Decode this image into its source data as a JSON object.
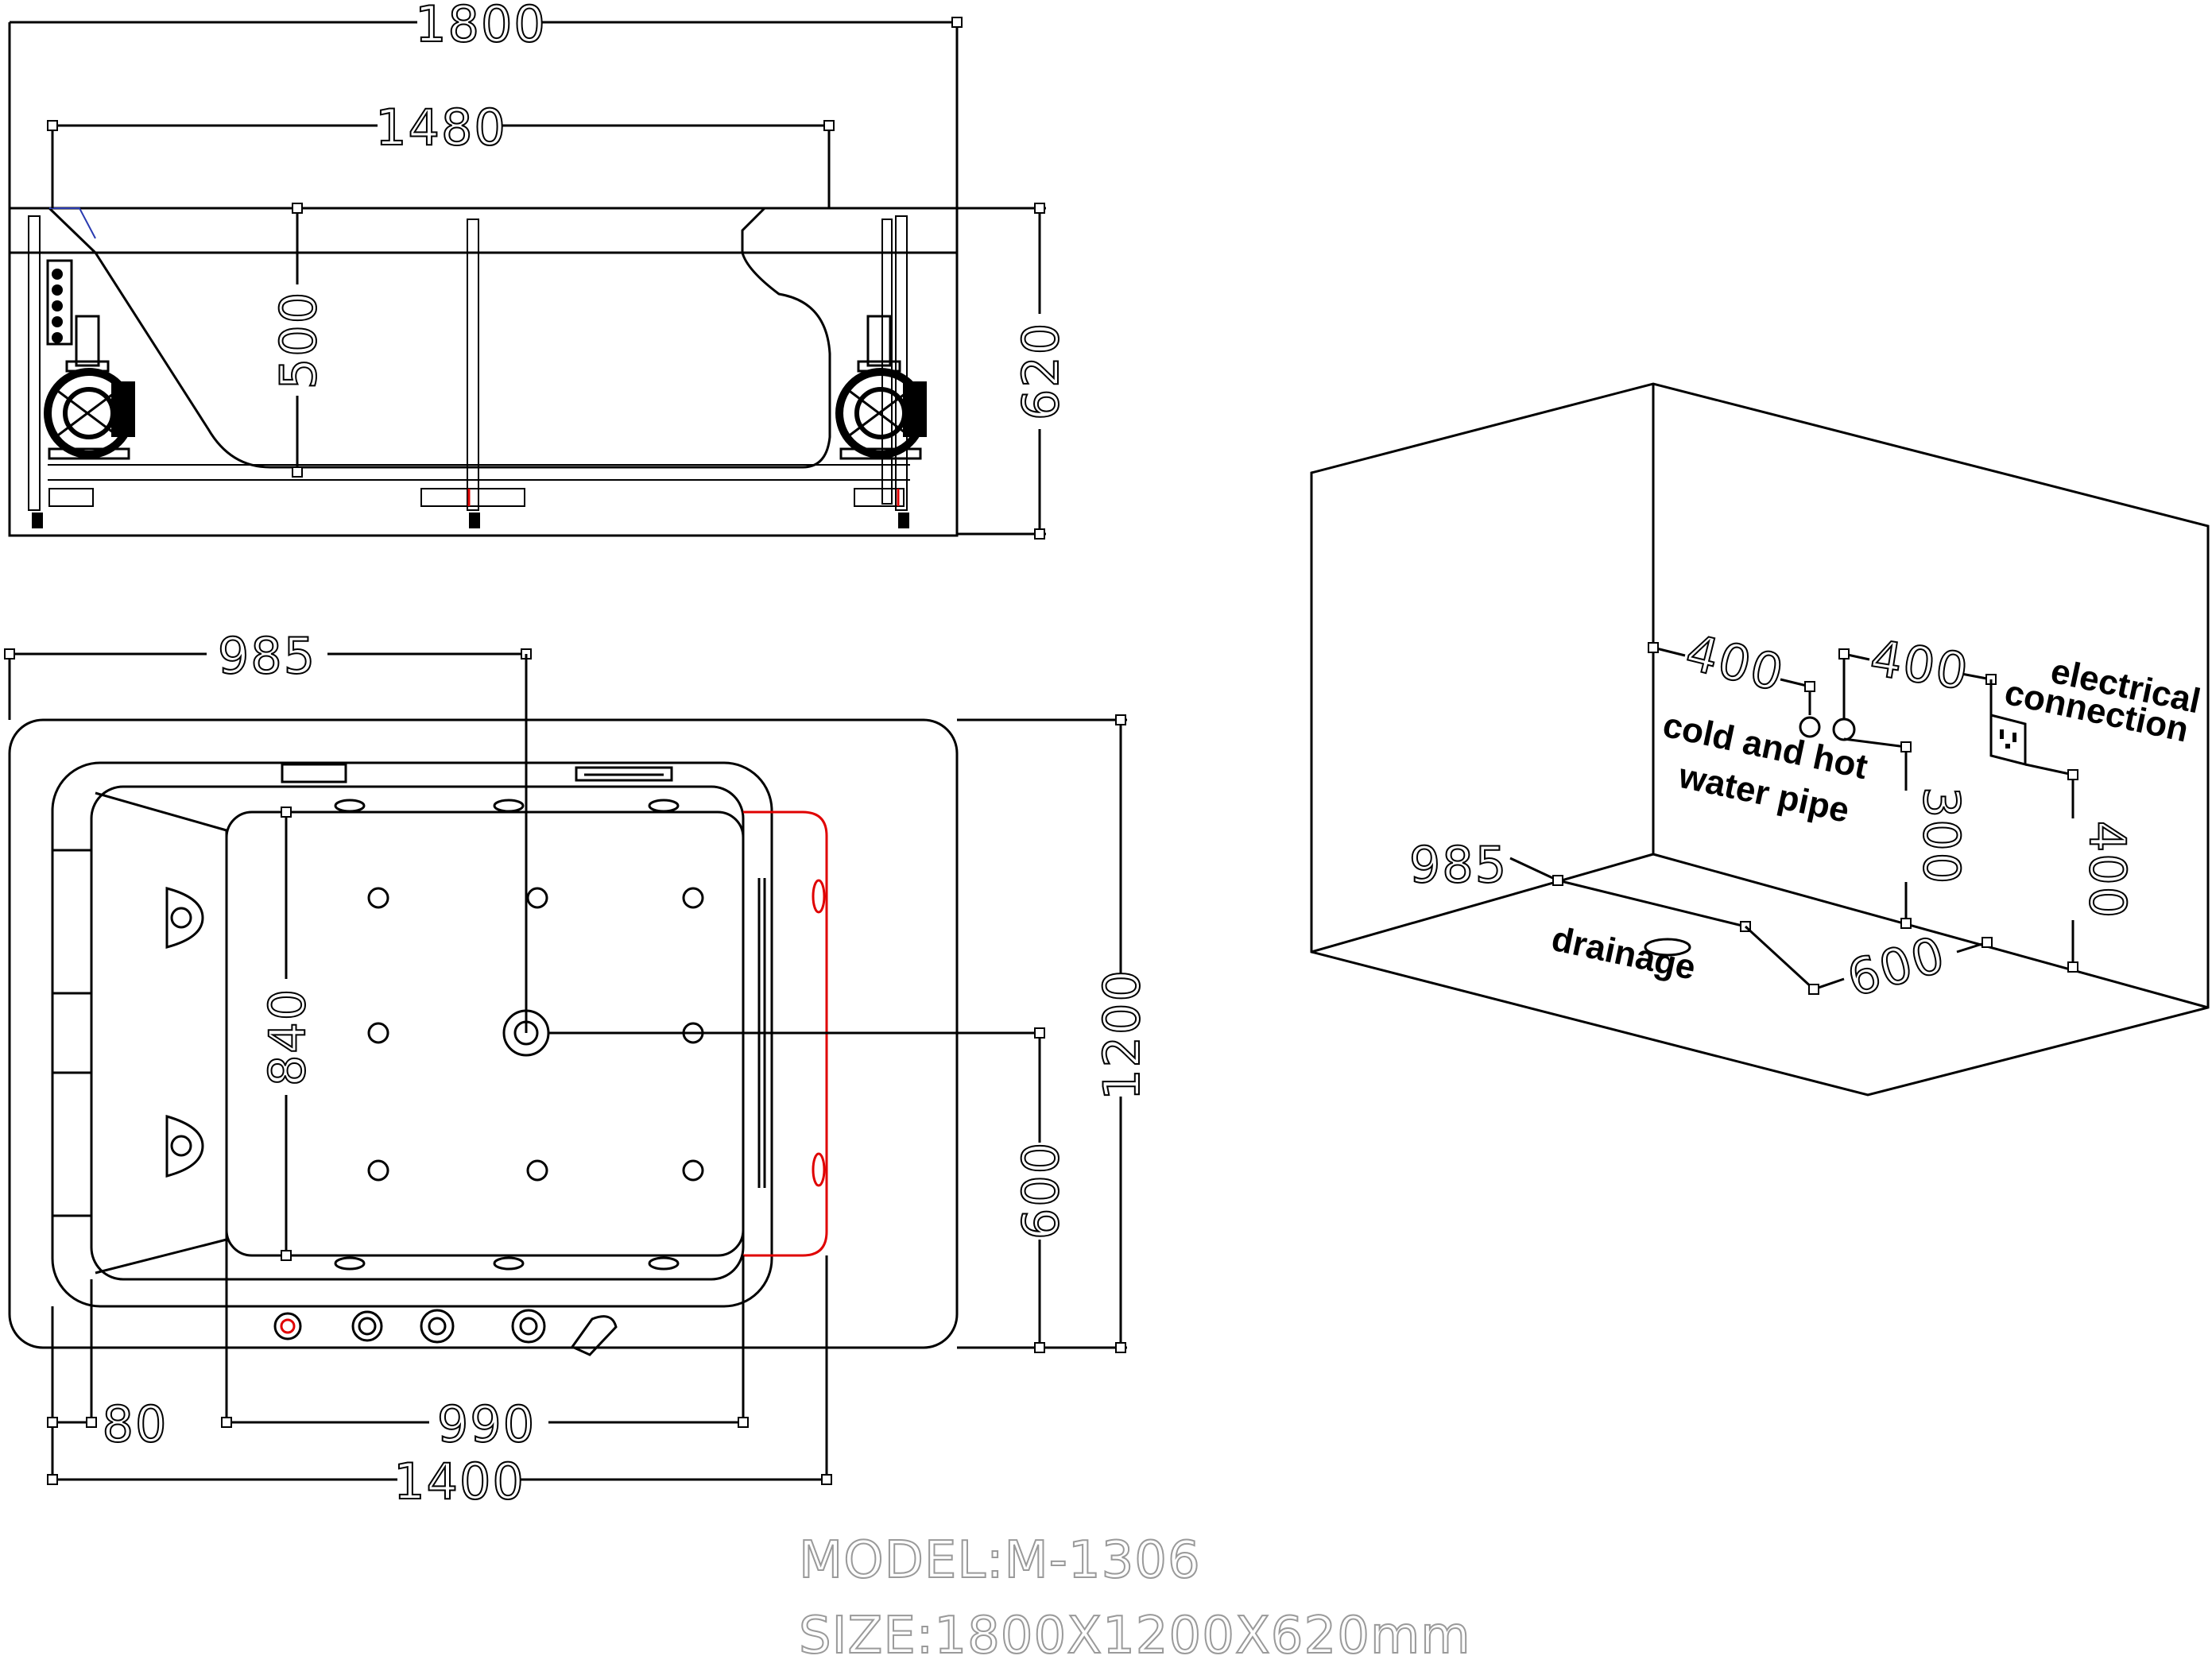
{
  "front_view": {
    "dims": {
      "overall_length": "1800",
      "inner_length": "1480",
      "inner_depth": "500",
      "overall_height": "620"
    }
  },
  "plan_view": {
    "dims": {
      "offset_center": "985",
      "overall_width": "1200",
      "inner_width": "840",
      "drain_offset": "600",
      "rim": "80",
      "seat_length": "990",
      "inner_length": "1400"
    }
  },
  "installation_view": {
    "dims": {
      "pipe_offset_1": "400",
      "pipe_offset_2": "400",
      "pipe_height": "300",
      "electrical_height": "400",
      "drain_offset": "985",
      "drain_distance": "600"
    },
    "labels": {
      "electrical_line1": "electrical",
      "electrical_line2": "connection",
      "pipe_line1": "cold and hot",
      "pipe_line2": "water pipe",
      "drainage": "drainage"
    }
  },
  "caption": {
    "model": "MODEL:M-1306",
    "size": "SIZE:1800X1200X620mm"
  }
}
